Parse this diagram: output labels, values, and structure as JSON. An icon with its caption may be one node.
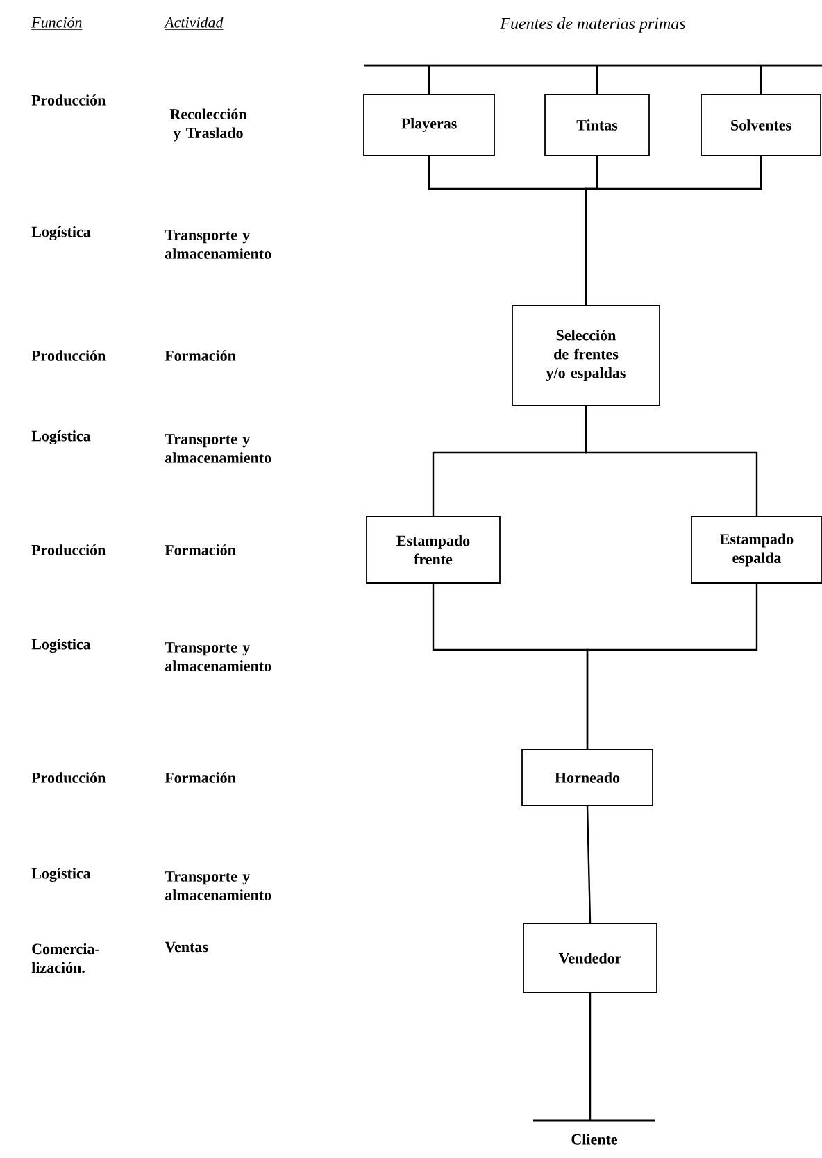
{
  "diagram": {
    "nodes": [
      {
        "text": [
          "Fuentes de materias primas"
        ]
      },
      {
        "text": [
          "Playeras"
        ]
      },
      {
        "text": [
          "Tintas"
        ]
      },
      {
        "text": [
          "Solventes"
        ]
      },
      {
        "text": [
          "Selección de frentes y/o espaldas"
        ]
      },
      {
        "text": [
          "Estampado frente"
        ]
      },
      {
        "text": [
          "Estampado espalda"
        ]
      },
      {
        "text": [
          "Horneado"
        ]
      },
      {
        "text": [
          "Vendedor"
        ]
      },
      {
        "text": [
          "Cliente"
        ]
      }
    ],
    "edges": [
      {
        "from": 0,
        "to": 1,
        "arrow": "none"
      },
      {
        "from": 0,
        "to": 2,
        "arrow": "none"
      },
      {
        "from": 0,
        "to": 3,
        "arrow": "none"
      },
      {
        "from": 1,
        "to": 4,
        "arrow": "none"
      },
      {
        "from": 2,
        "to": 4,
        "arrow": "none"
      },
      {
        "from": 3,
        "to": 4,
        "arrow": "none"
      },
      {
        "from": 4,
        "to": 5,
        "arrow": "none"
      },
      {
        "from": 4,
        "to": 6,
        "arrow": "none"
      },
      {
        "from": 5,
        "to": 7,
        "arrow": "none"
      },
      {
        "from": 6,
        "to": 7,
        "arrow": "none"
      },
      {
        "from": 7,
        "to": 8,
        "arrow": "none"
      },
      {
        "from": 8,
        "to": 9,
        "arrow": "none"
      }
    ],
    "labels": [
      "Función",
      "Actividad",
      "Producción",
      "Recolección y Traslado",
      "Logística",
      "Transporte y almacenamiento",
      "Producción",
      "Formación",
      "Logística",
      "Transporte y almacenamiento",
      "Producción",
      "Formación",
      "Logística",
      "Transporte y almacenamiento",
      "Producción",
      "Formación",
      "Logística",
      "Transporte y almacenamiento",
      "Comercia-lización.",
      "Ventas"
    ]
  }
}
